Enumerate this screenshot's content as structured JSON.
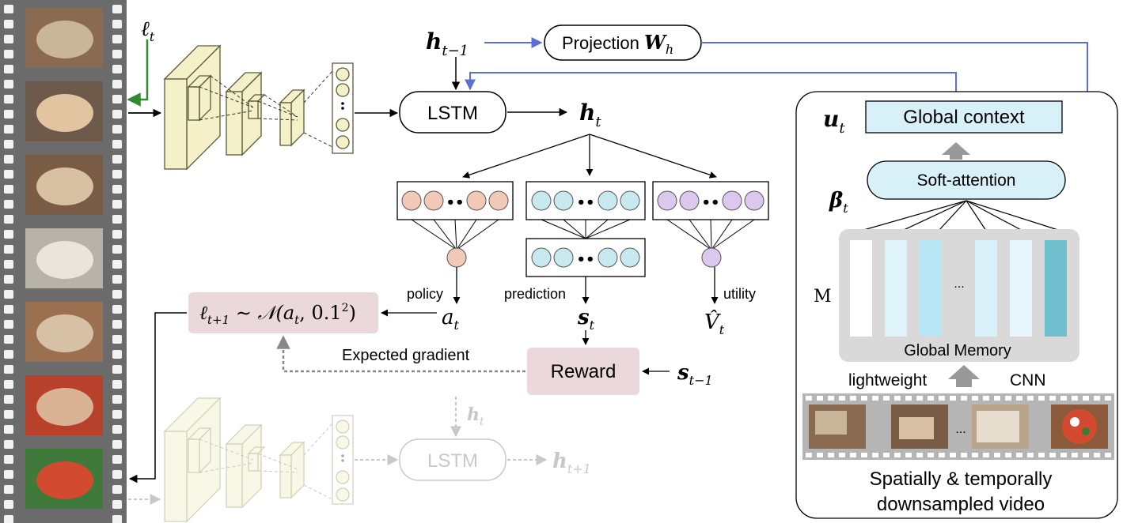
{
  "labels": {
    "l_t": "ℓ",
    "l_t_sub": "t",
    "h_prev": "h",
    "h_prev_sub": "t−1",
    "projection": "Projection ",
    "projection_w": "W",
    "projection_w_sub": "h",
    "lstm": "LSTM",
    "h_t": "h",
    "h_t_sub": "t",
    "policy": "policy",
    "prediction": "prediction",
    "utility": "utility",
    "a_t": "a",
    "a_t_sub": "t",
    "s_t": "s",
    "s_t_sub": "t",
    "v_t": "V̂",
    "v_t_sub": "t",
    "loc_formula_l": "ℓ",
    "loc_formula_sub": "t+1",
    "loc_formula_rest": " ∼ 𝒩(a",
    "loc_formula_at_sub": "t",
    "loc_formula_tail": ", 0.1",
    "loc_formula_sup": "2",
    "loc_formula_close": ")",
    "expected_gradient": "Expected gradient",
    "reward": "Reward",
    "s_prev": "s",
    "s_prev_sub": "t−1",
    "lstm_future": "LSTM",
    "h_t_future": "h",
    "h_t_future_sub": "t",
    "h_next": "h",
    "h_next_sub": "t+1",
    "u_t": "u",
    "u_t_sub": "t",
    "global_context": "Global context",
    "soft_attention": "Soft-attention",
    "beta_t": "β",
    "beta_t_sub": "t",
    "memory_symbol": "M",
    "memory_ellipsis": "...",
    "global_memory": "Global Memory",
    "lightweight": "lightweight",
    "cnn": "CNN",
    "strip_ellipsis": "...",
    "caption_line1": "Spatially & temporally",
    "caption_line2": "downsampled video",
    "dots": "••"
  },
  "film_frames": [
    {
      "name": "frame-dough-bowl",
      "colors": [
        "#8a6a50",
        "#c9b59a"
      ]
    },
    {
      "name": "frame-kneading",
      "colors": [
        "#6d5a4a",
        "#e2c4a0"
      ]
    },
    {
      "name": "frame-cutting",
      "colors": [
        "#7a5c45",
        "#d8c0a2"
      ]
    },
    {
      "name": "frame-risen-dough",
      "colors": [
        "#b9b2a8",
        "#eae4da"
      ]
    },
    {
      "name": "frame-stretching",
      "colors": [
        "#9a7050",
        "#d6c0a6"
      ]
    },
    {
      "name": "frame-sauce",
      "colors": [
        "#b8412c",
        "#d9b394"
      ]
    },
    {
      "name": "frame-toppings",
      "colors": [
        "#3f7a3a",
        "#d24a30"
      ]
    }
  ],
  "memory_columns": [
    "#ffffff",
    "#dff3fb",
    "#b8e6f4",
    "#d9f1fa",
    "#e6f6fc",
    "#6fbfcf"
  ],
  "colors": {
    "cnn_fill": "#f4f1c8",
    "cnn_stroke": "#5a5a3a",
    "policy_node": "#f2c8b6",
    "prediction_node": "#c8e8f0",
    "utility_node": "#dcc8ee",
    "reward_fill": "#ead8da",
    "attention_fill": "#d8f0f8",
    "blue_arrow": "#5c6fd6",
    "green_arrow": "#2e8b2e",
    "memory_bg": "#d9d9d9"
  }
}
